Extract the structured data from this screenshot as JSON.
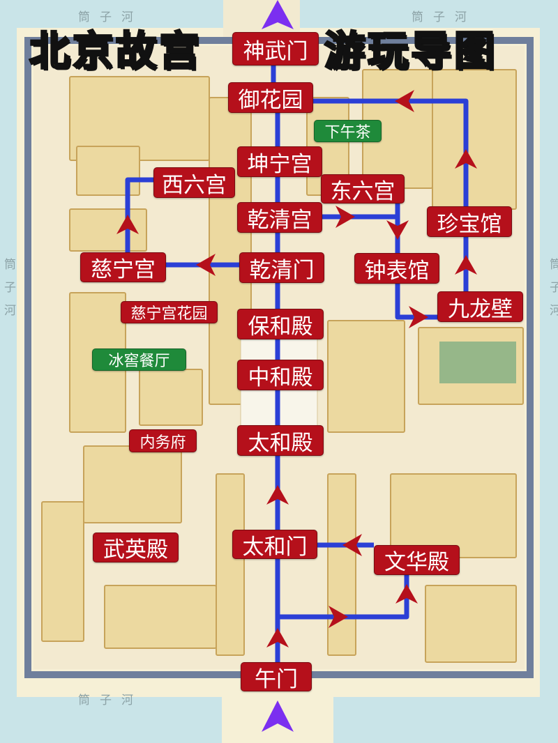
{
  "title": {
    "left": "北京故宫",
    "right": "游玩导图"
  },
  "moat_label": "筒子河",
  "colors": {
    "route": "#2b3fd6",
    "label_red": "#b5101b",
    "label_green": "#1f8a3a",
    "entry_arrow": "#7b2ff0",
    "title_yellow": "#f7e600"
  },
  "places": {
    "shenwumen": "神武门",
    "yuhuayuan": "御花园",
    "xiawucha": "下午茶",
    "kunninggong": "坤宁宫",
    "xiliugong": "西六宫",
    "dongliugong": "东六宫",
    "qianqinggong": "乾清宫",
    "zhenbaoguan": "珍宝馆",
    "cininggong": "慈宁宫",
    "qianqingmen": "乾清门",
    "zhongbiaoguan": "钟表馆",
    "jiulongbi": "九龙壁",
    "cininggong_garden": "慈宁宫花园",
    "baohedian": "保和殿",
    "bingjiao_restaurant": "冰窖餐厅",
    "zhonghedian": "中和殿",
    "neiwufu": "内务府",
    "taihedian": "太和殿",
    "wuyingdian": "武英殿",
    "taihemen": "太和门",
    "wenhuadian": "文华殿",
    "wumen": "午门"
  }
}
